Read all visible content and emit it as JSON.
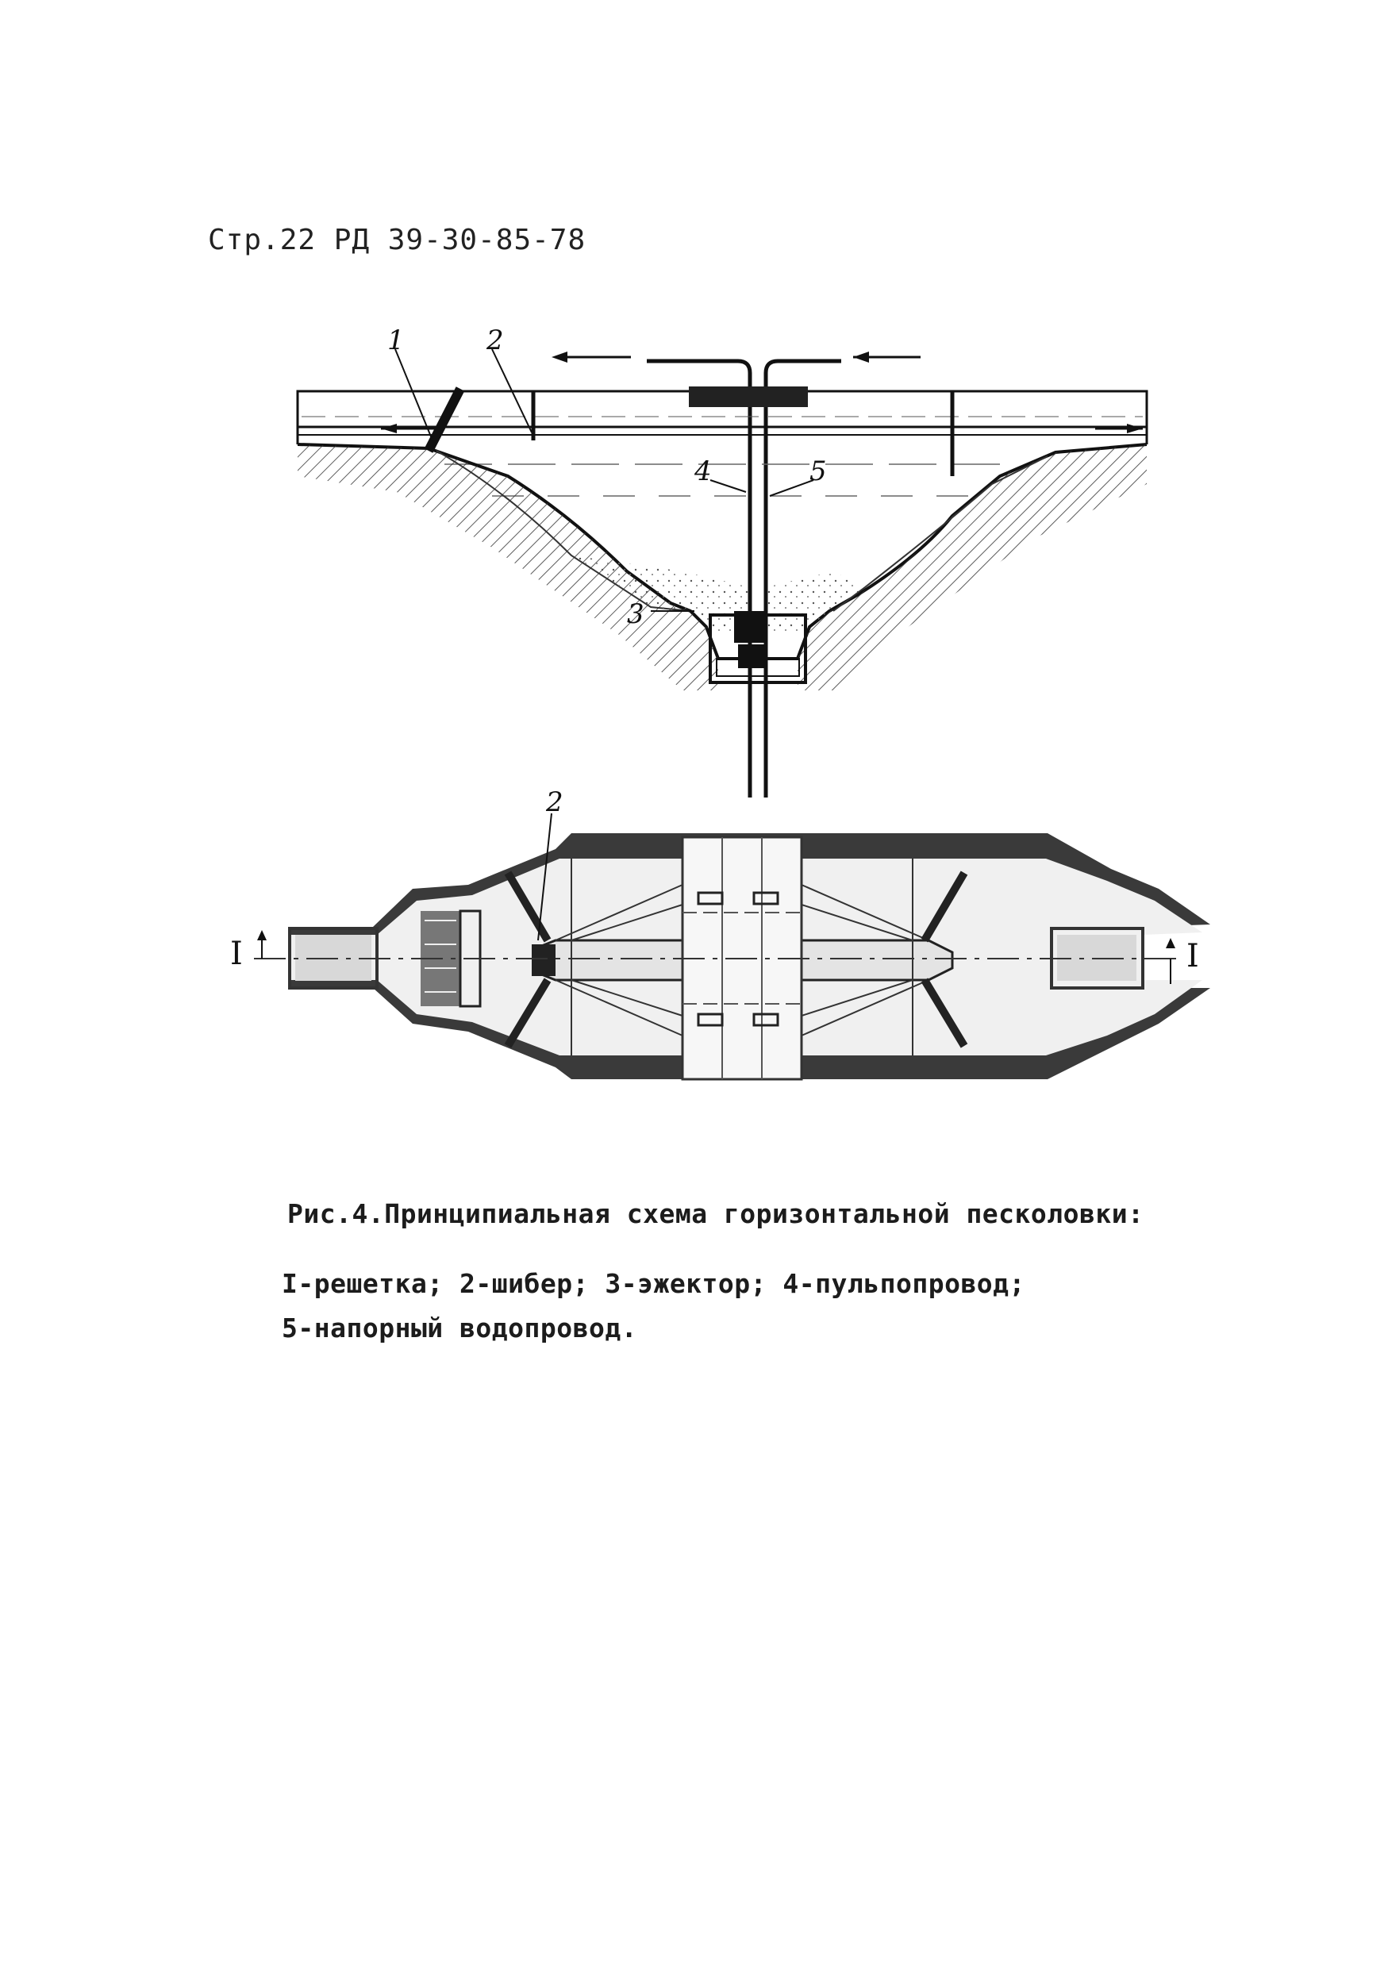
{
  "header": {
    "page_ref": "Стр.22 РД 39-30-85-78"
  },
  "figure": {
    "section_labels": {
      "sec_left": "I",
      "sec_right": "I"
    },
    "section_view_labels": {
      "grate": "1",
      "gate": "2",
      "ejector": "3",
      "pulp_pipe": "4",
      "pressure_pipe": "5"
    },
    "plan_view_labels": {
      "gate": "2"
    }
  },
  "caption": {
    "title": "Рис.4.Принципиальная схема горизонтальной песколовки:",
    "line1": "I-решетка; 2-шибер; 3-эжектор; 4-пульпопровод;",
    "line2": "5-напорный водопровод."
  }
}
